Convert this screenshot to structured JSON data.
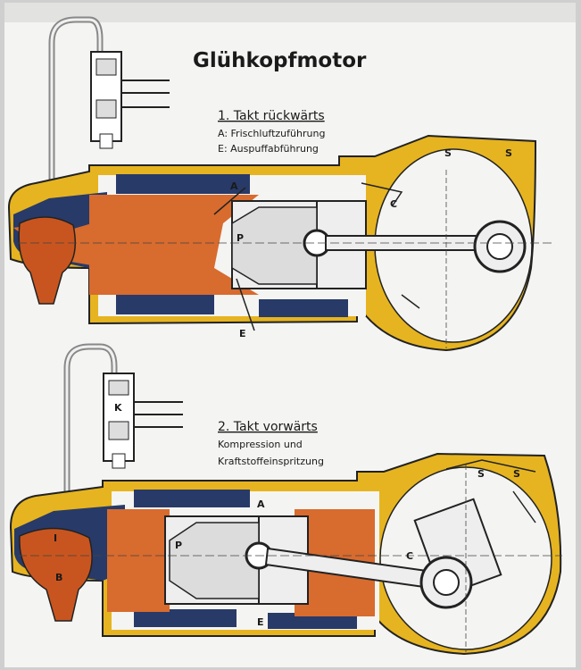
{
  "title": "Glühkopfmotor",
  "stroke1": {
    "heading": "1. Takt rückwärts",
    "line_a": "A:  Frischluftzuführung",
    "line_e": "E:  Auspuffabführung"
  },
  "stroke2": {
    "heading": "2. Takt vorwärts",
    "line_1": "Kompression und",
    "line_2": "Kraftstoffeinspritzung"
  },
  "labels": {
    "a": "A",
    "e": "E",
    "c": "C",
    "p": "P",
    "s": "S",
    "b": "B",
    "i": "I",
    "k": "K"
  },
  "colors": {
    "copper": "#d86b2e",
    "blue": "#283a68",
    "yellow": "#e6b420",
    "paper": "#f4f4f2",
    "ink": "#1a1a1a",
    "metal": "#eeeeee"
  }
}
